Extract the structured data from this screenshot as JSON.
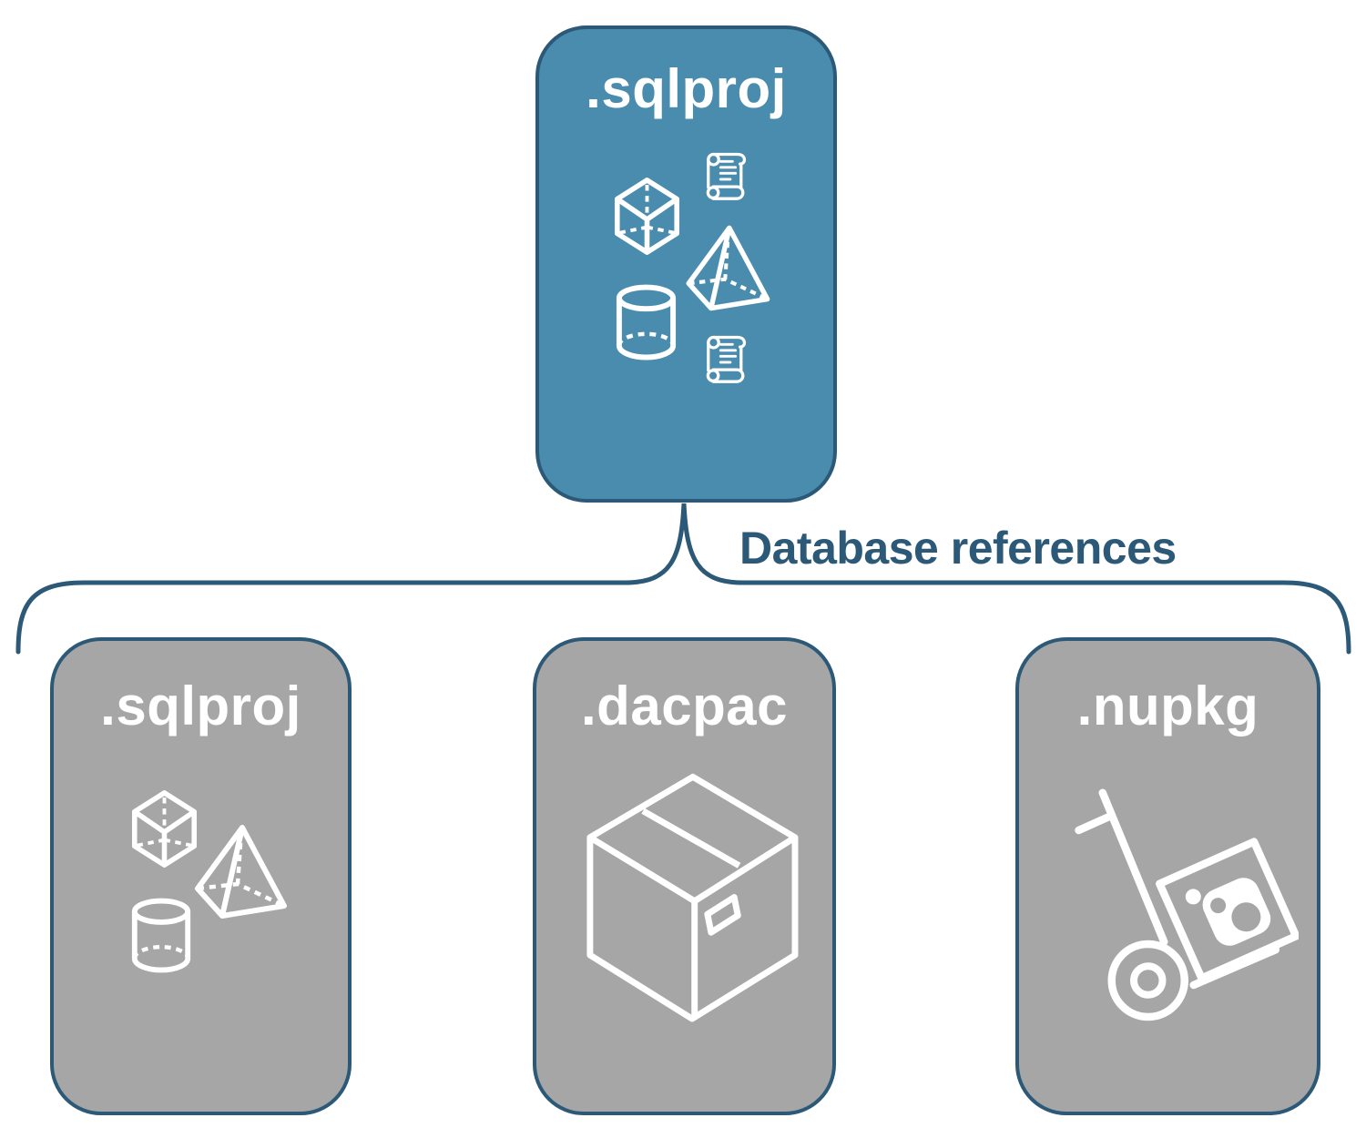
{
  "colors": {
    "background": "#ffffff",
    "root_fill": "#4A8CAD",
    "node_fill": "#A6A6A6",
    "outline": "#2B5977",
    "icon": "#ffffff",
    "title_text": "#ffffff",
    "label_text": "#2B5977"
  },
  "root_node": {
    "label": ".sqlproj",
    "icons": [
      "script-scroll-icon",
      "cube-icon",
      "pyramid-icon",
      "cylinder-icon",
      "script-scroll-icon"
    ]
  },
  "connector": {
    "type": "brace",
    "label": "Database references"
  },
  "child_nodes": [
    {
      "label": ".sqlproj",
      "icons": [
        "cube-icon",
        "pyramid-icon",
        "cylinder-icon"
      ]
    },
    {
      "label": ".dacpac",
      "icons": [
        "package-box-icon"
      ]
    },
    {
      "label": ".nupkg",
      "icons": [
        "hand-truck-nuget-icon"
      ]
    }
  ]
}
